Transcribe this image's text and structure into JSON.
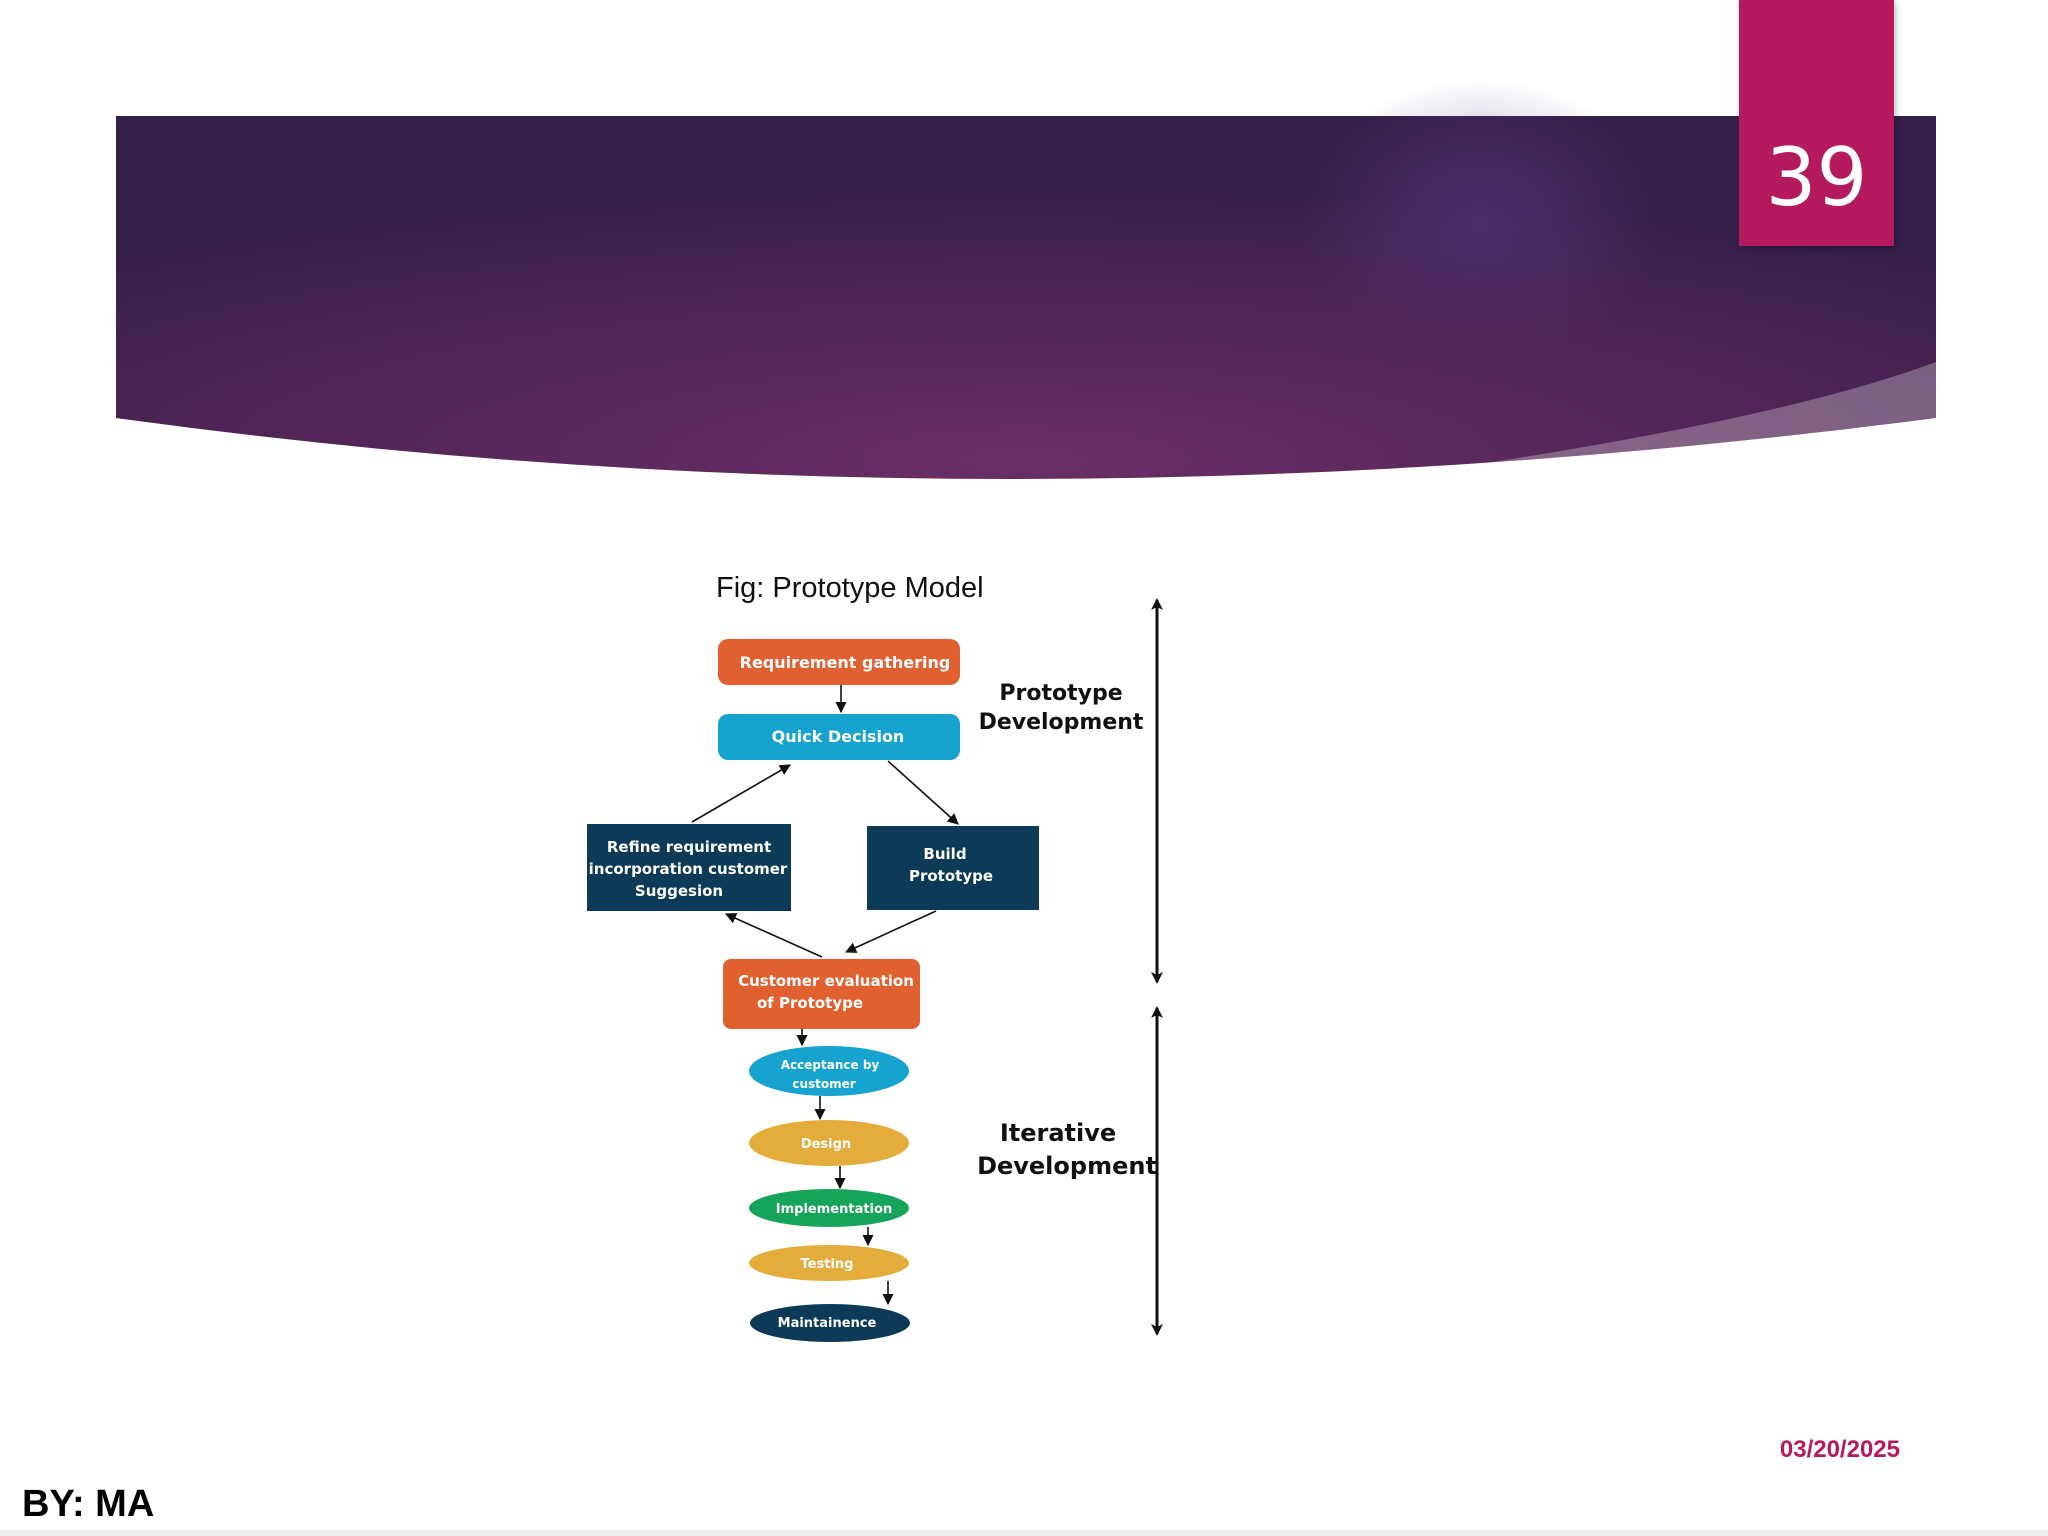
{
  "slide": {
    "number": "39",
    "date": "03/20/2025",
    "author": "BY: MA"
  },
  "colors": {
    "accent": "#b5195e",
    "banner_dark": "#3a2350",
    "banner_mid": "#6a2f66",
    "orange": "#e0602f",
    "blue": "#16a3cf",
    "navy": "#0c3a57",
    "yellow": "#e4ac3a",
    "green": "#16a35a"
  },
  "diagram": {
    "caption": "Fig:  Prototype Model",
    "boxes": {
      "requirement_gathering": "Requirement gathering",
      "quick_decision": "Quick Decision",
      "refine_line1": "Refine requirement",
      "refine_line2": "incorporation customer",
      "refine_line3": "Suggesion",
      "build_line1": "Build",
      "build_line2": "Prototype",
      "evaluation_line1": "Customer evaluation",
      "evaluation_line2": "of Prototype"
    },
    "stages": {
      "acceptance_line1": "Acceptance by",
      "acceptance_line2": "customer",
      "design": "Design",
      "implementation": "Implementation",
      "testing": "Testing",
      "maintenance": "Maintainence"
    },
    "phases": {
      "prototype_line1": "Prototype",
      "prototype_line2": "Development",
      "iterative_line1": "Iterative",
      "iterative_line2": "Development"
    }
  }
}
